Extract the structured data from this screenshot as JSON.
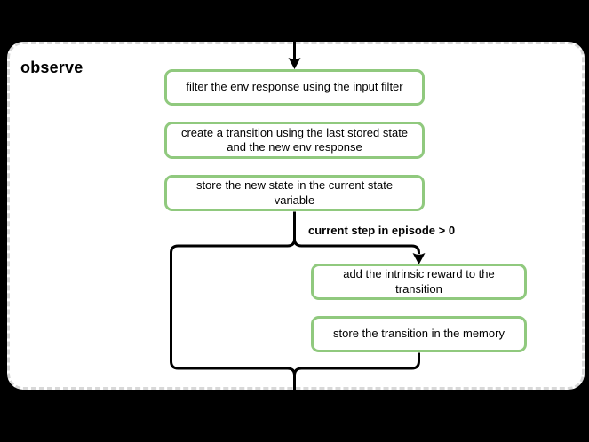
{
  "diagram": {
    "title": "observe",
    "nodes": [
      {
        "id": "filter-env-response",
        "label": "filter the env response using the input filter"
      },
      {
        "id": "create-transition",
        "label": "create a transition using the last stored state and the new env response"
      },
      {
        "id": "store-new-state",
        "label": "store the new state in the current state variable"
      },
      {
        "id": "add-intrinsic-reward",
        "label": "add the intrinsic reward to the transition"
      },
      {
        "id": "store-transition",
        "label": "store the transition in the memory"
      }
    ],
    "condition_label": "current step in episode > 0",
    "colors": {
      "page_background": "#000000",
      "container_background": "#ffffff",
      "container_border": "#d8d8d8",
      "node_border": "#90c97e",
      "node_background": "#ffffff",
      "connector": "#000000",
      "text": "#000000"
    }
  }
}
